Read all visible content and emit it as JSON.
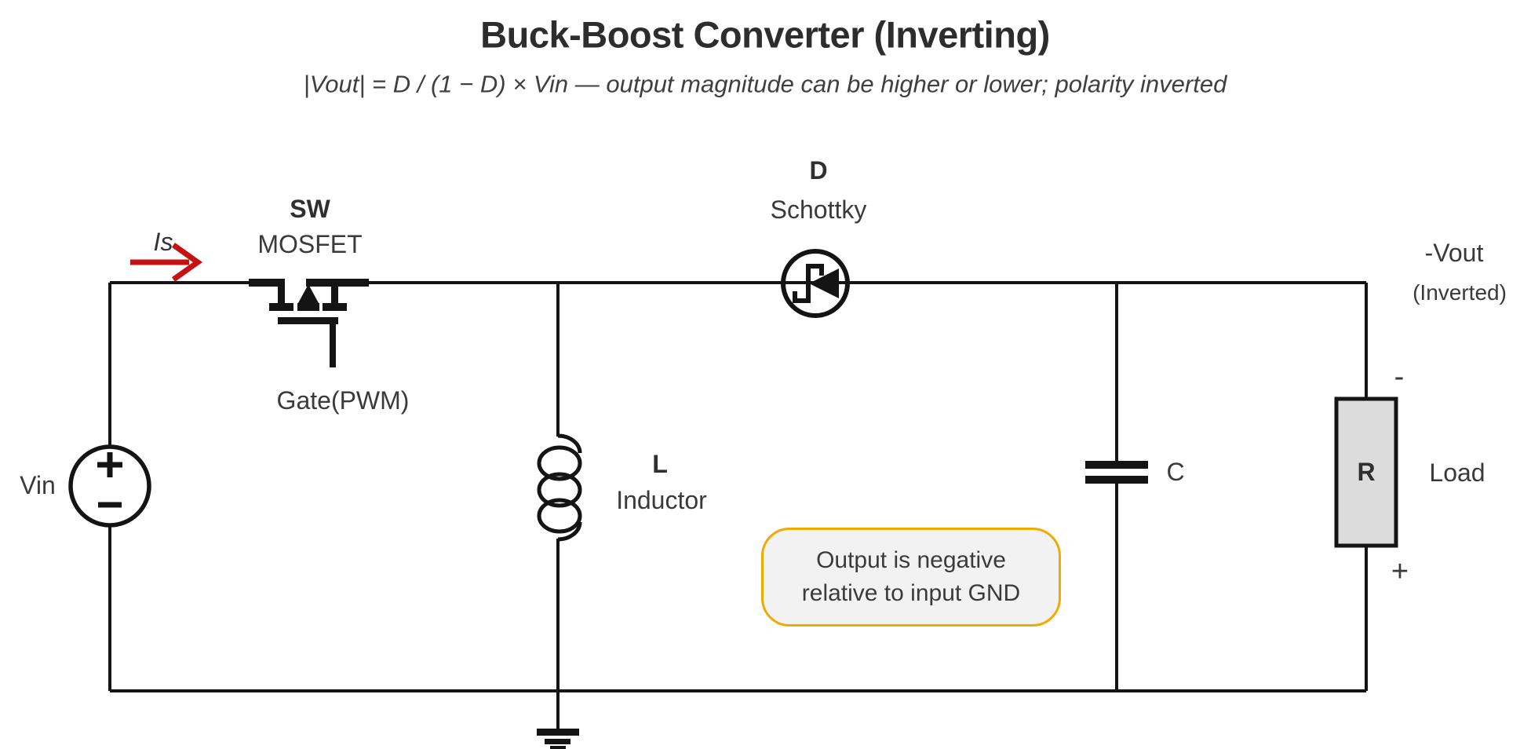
{
  "title": "Buck-Boost Converter (Inverting)",
  "subtitle": "|Vout| = D / (1 − D) × Vin — output magnitude can be higher or lower; polarity inverted",
  "colors": {
    "wire": "#141414",
    "label_text": "#3a3a3a",
    "current_arrow": "#c41111",
    "note_border": "#f0ab00",
    "note_fill": "#f2f2f2",
    "resistor_fill": "#dcdcdc"
  },
  "components": {
    "current_arrow": {
      "label": "Is"
    },
    "switch": {
      "designator": "SW",
      "type": "MOSFET",
      "gate_label": "Gate(PWM)"
    },
    "source": {
      "label": "Vin",
      "plus": "+",
      "minus": "−"
    },
    "diode": {
      "designator": "D",
      "type": "Schottky"
    },
    "inductor": {
      "designator": "L",
      "type": "Inductor"
    },
    "capacitor": {
      "designator": "C"
    },
    "load": {
      "designator": "R",
      "label": "Load",
      "minus_terminal": "-",
      "plus_terminal": "+"
    },
    "output": {
      "label": "-Vout",
      "sublabel": "(Inverted)"
    }
  },
  "note": {
    "line1": "Output is negative",
    "line2": "relative to input GND"
  }
}
